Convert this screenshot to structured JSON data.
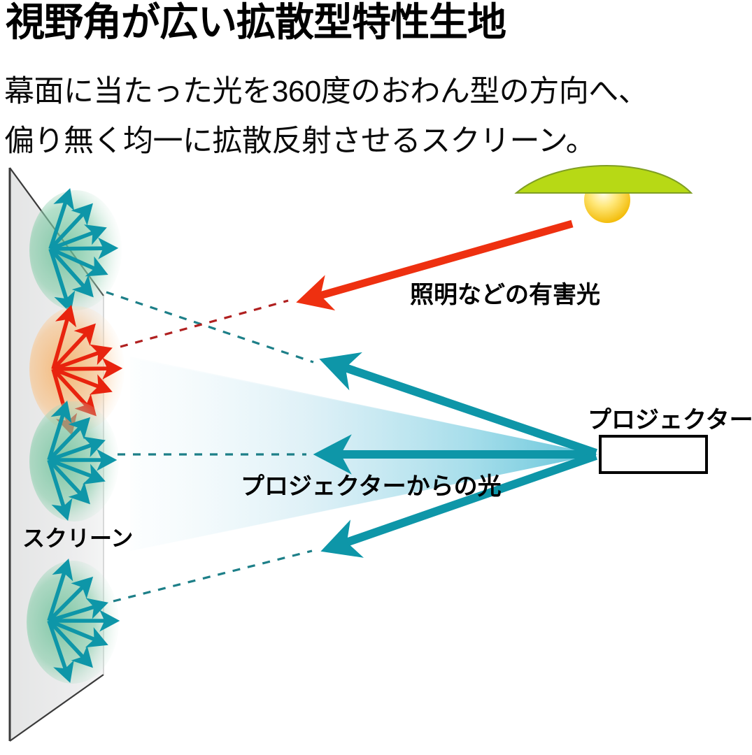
{
  "heading": {
    "title": "視野角が広い拡散型特性生地",
    "subtitle_line1": "幕面に当たった光を360度のおわん型の方向へ、",
    "subtitle_line2": "偏り無く均一に拡散反射させるスクリーン。"
  },
  "diagram": {
    "labels": {
      "harmful_light": "照明などの有害光",
      "projector_light": "プロジェクターからの光",
      "projector": "プロジェクター",
      "screen": "スクリーン"
    },
    "colors": {
      "teal_arrow": "#0e96a8",
      "red_arrow": "#e8230e",
      "beam_light": "#bfe4ef",
      "beam_edge": "#1ba3b5",
      "lamp_shade": "#b7d915",
      "lamp_shade_edge": "#7f9e23",
      "bulb_core": "#fffbe0",
      "bulb_outer": "#f5c518",
      "screen_panel": "#e9eaea",
      "screen_edge": "#3a3a3a",
      "diffuse_green": "#7fc9a4",
      "diffuse_orange": "#f6ba7a",
      "projector_box_fill": "#ffffff",
      "projector_box_edge": "#000000"
    },
    "diffusion_lobes": [
      {
        "id": "lobe-top",
        "color": "green",
        "arrow_color": "teal",
        "rays": 8
      },
      {
        "id": "lobe-middle",
        "color": "orange",
        "arrow_color": "red",
        "rays": 9
      },
      {
        "id": "lobe-lower",
        "color": "green",
        "arrow_color": "teal",
        "rays": 8
      },
      {
        "id": "lobe-bottom",
        "color": "green",
        "arrow_color": "teal",
        "rays": 8
      }
    ],
    "beams": [
      {
        "id": "beam-upper",
        "from": "projector",
        "to": "screen-upper"
      },
      {
        "id": "beam-center",
        "from": "projector",
        "to": "screen-center"
      },
      {
        "id": "beam-lower",
        "from": "projector",
        "to": "screen-lower"
      },
      {
        "id": "beam-harmful",
        "from": "lamp",
        "to": "screen-harmful"
      }
    ]
  }
}
